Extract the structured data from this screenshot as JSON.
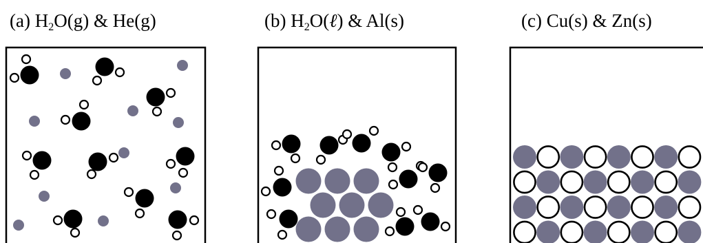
{
  "panels": [
    {
      "letter": "(a)",
      "sp1_pre": "H",
      "sp1_sub": "2",
      "sp1_post": "O(g)",
      "amp": " & ",
      "sp2": "He(g)"
    },
    {
      "letter": "(b)",
      "sp1_pre": "H",
      "sp1_sub": "2",
      "sp1_post": "O(",
      "sp1_ell": "ℓ",
      "sp1_close": ")",
      "amp": " & ",
      "sp2": "Al(s)"
    },
    {
      "letter": "(c)",
      "sp1": "Cu(s)",
      "amp": " & ",
      "sp2": "Zn(s)"
    }
  ],
  "colors": {
    "atom_gray": "#72718a",
    "oxygen": "#000000",
    "hydrogen_fill": "#ffffff",
    "outline": "#000000"
  },
  "lattice_pattern": [
    [
      "gray",
      "white",
      "gray",
      "white",
      "gray",
      "white",
      "gray",
      "white"
    ],
    [
      "white",
      "gray",
      "white",
      "gray",
      "white",
      "gray",
      "white",
      "gray"
    ],
    [
      "gray",
      "white",
      "gray",
      "white",
      "gray",
      "white",
      "gray",
      "white"
    ],
    [
      "white",
      "gray",
      "white",
      "gray",
      "white",
      "gray",
      "white",
      "gray"
    ]
  ]
}
